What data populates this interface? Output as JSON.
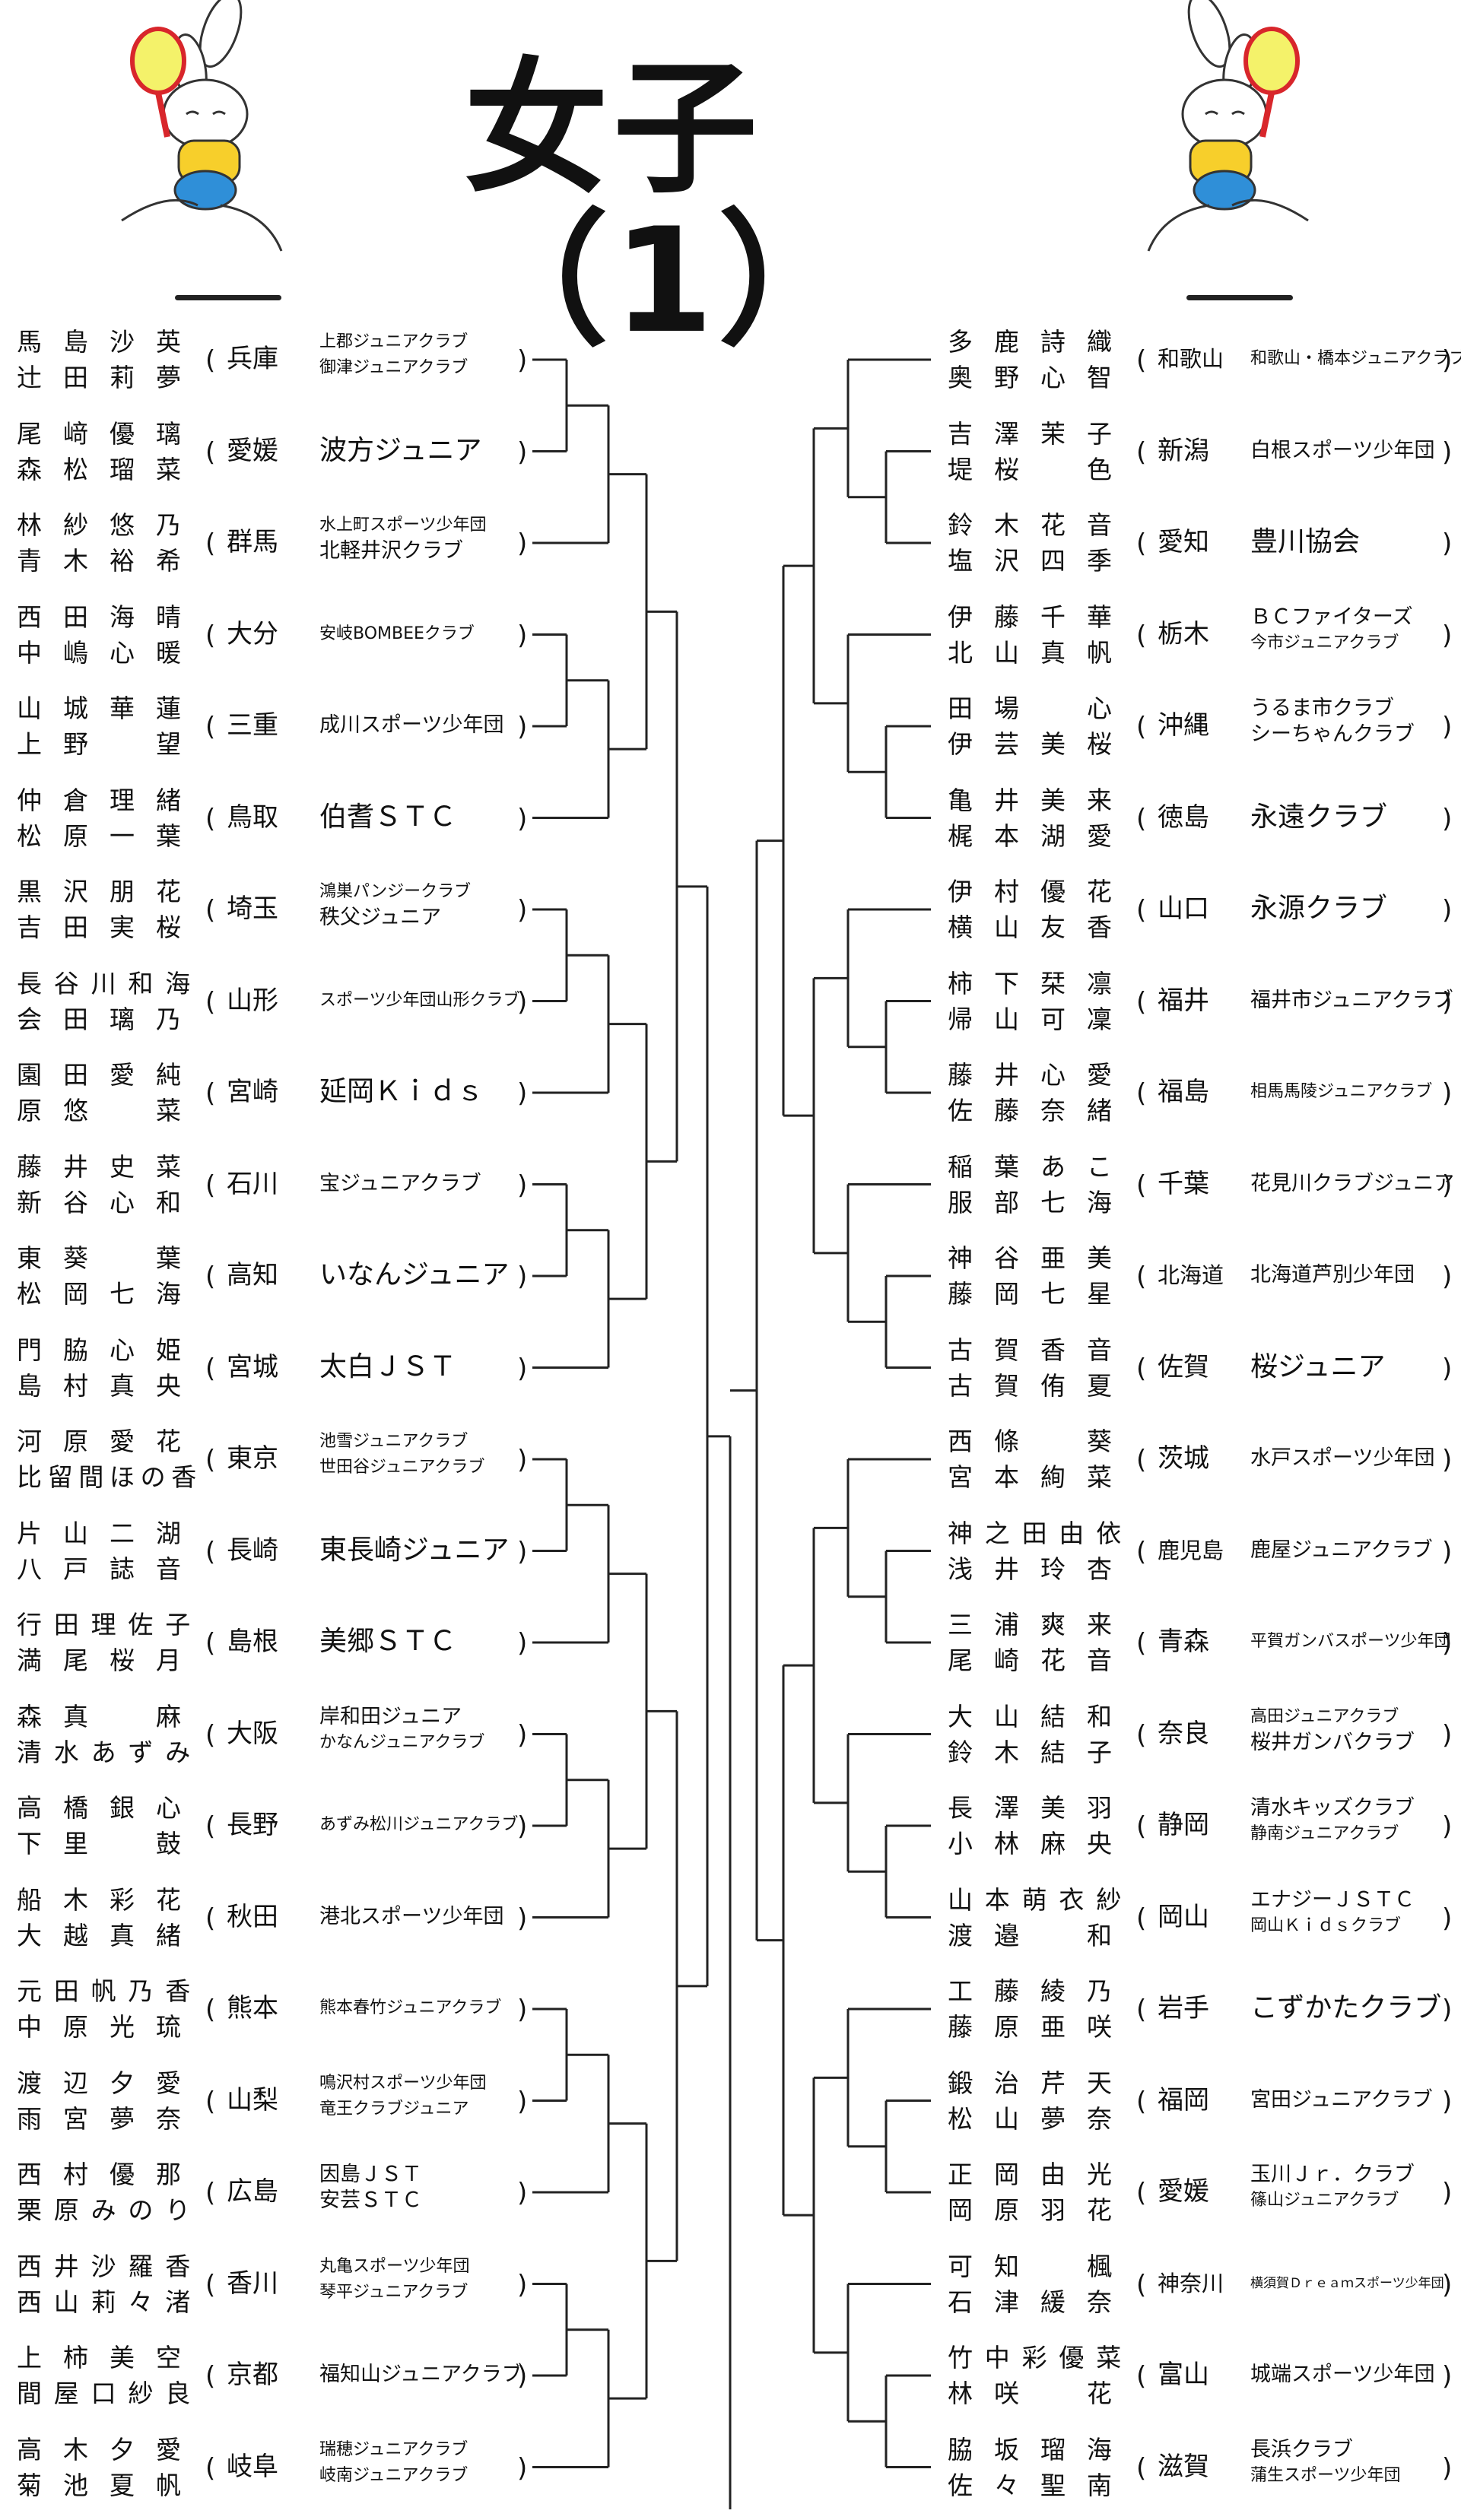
{
  "title": "女子（1）",
  "icons": {
    "mascot": "rabbit-tennis-icon"
  },
  "left": [
    {
      "players": [
        "馬島沙英",
        "辻田莉夢"
      ],
      "pref": "兵庫",
      "clubs": [
        "上郡ジュニアクラブ",
        "御津ジュニアクラブ"
      ]
    },
    {
      "players": [
        "尾﨑優璃",
        "森松瑠菜"
      ],
      "pref": "愛媛",
      "clubs": [
        "波方ジュニア"
      ]
    },
    {
      "players": [
        "林紗悠乃",
        "青木裕希"
      ],
      "pref": "群馬",
      "clubs": [
        "水上町スポーツ少年団",
        "北軽井沢クラブ"
      ]
    },
    {
      "players": [
        "西田海晴",
        "中嶋心暖"
      ],
      "pref": "大分",
      "clubs": [
        "安岐BOMBEEクラブ"
      ]
    },
    {
      "players": [
        "山城華蓮",
        "上野望"
      ],
      "pref": "三重",
      "clubs": [
        "成川スポーツ少年団"
      ]
    },
    {
      "players": [
        "仲倉理緒",
        "松原一葉"
      ],
      "pref": "鳥取",
      "clubs": [
        "伯耆ＳＴＣ"
      ]
    },
    {
      "players": [
        "黒沢朋花",
        "吉田実桜"
      ],
      "pref": "埼玉",
      "clubs": [
        "鴻巣パンジークラブ",
        "秩父ジュニア"
      ]
    },
    {
      "players": [
        "長谷川和海",
        "会田璃乃"
      ],
      "pref": "山形",
      "clubs": [
        "スポーツ少年団山形クラブ"
      ]
    },
    {
      "players": [
        "園田愛純",
        "原悠菜"
      ],
      "pref": "宮崎",
      "clubs": [
        "延岡Ｋｉｄｓ"
      ]
    },
    {
      "players": [
        "藤井史菜",
        "新谷心和"
      ],
      "pref": "石川",
      "clubs": [
        "宝ジュニアクラブ"
      ]
    },
    {
      "players": [
        "東葵葉",
        "松岡七海"
      ],
      "pref": "高知",
      "clubs": [
        "いなんジュニア"
      ]
    },
    {
      "players": [
        "門脇心姫",
        "島村真央"
      ],
      "pref": "宮城",
      "clubs": [
        "太白ＪＳＴ"
      ]
    },
    {
      "players": [
        "河原愛花",
        "比留間ほの香"
      ],
      "pref": "東京",
      "clubs": [
        "池雪ジュニアクラブ",
        "世田谷ジュニアクラブ"
      ]
    },
    {
      "players": [
        "片山二湖",
        "八戸誌音"
      ],
      "pref": "長崎",
      "clubs": [
        "東長崎ジュニア"
      ]
    },
    {
      "players": [
        "行田理佐子",
        "満尾桜月"
      ],
      "pref": "島根",
      "clubs": [
        "美郷ＳＴＣ"
      ]
    },
    {
      "players": [
        "森真麻",
        "清水あずみ"
      ],
      "pref": "大阪",
      "clubs": [
        "岸和田ジュニア",
        "かなんジュニアクラブ"
      ]
    },
    {
      "players": [
        "高橋銀心",
        "下里鼓"
      ],
      "pref": "長野",
      "clubs": [
        "あずみ松川ジュニアクラブ"
      ]
    },
    {
      "players": [
        "船木彩花",
        "大越真緒"
      ],
      "pref": "秋田",
      "clubs": [
        "港北スポーツ少年団"
      ]
    },
    {
      "players": [
        "元田帆乃香",
        "中原光琉"
      ],
      "pref": "熊本",
      "clubs": [
        "熊本春竹ジュニアクラブ"
      ]
    },
    {
      "players": [
        "渡辺夕愛",
        "雨宮夢奈"
      ],
      "pref": "山梨",
      "clubs": [
        "鳴沢村スポーツ少年団",
        "竜王クラブジュニア"
      ]
    },
    {
      "players": [
        "西村優那",
        "栗原みのり"
      ],
      "pref": "広島",
      "clubs": [
        "因島ＪＳＴ",
        "安芸ＳＴＣ"
      ]
    },
    {
      "players": [
        "西井沙羅香",
        "西山莉々渚"
      ],
      "pref": "香川",
      "clubs": [
        "丸亀スポーツ少年団",
        "琴平ジュニアクラブ"
      ]
    },
    {
      "players": [
        "上柿美空",
        "間屋口紗良"
      ],
      "pref": "京都",
      "clubs": [
        "福知山ジュニアクラブ"
      ]
    },
    {
      "players": [
        "高木夕愛",
        "菊池夏帆"
      ],
      "pref": "岐阜",
      "clubs": [
        "瑞穂ジュニアクラブ",
        "岐南ジュニアクラブ"
      ]
    }
  ],
  "right": [
    {
      "players": [
        "多鹿詩織",
        "奥野心智"
      ],
      "pref": "和歌山",
      "clubs": [
        "和歌山・橋本ジュニアクラブ"
      ]
    },
    {
      "players": [
        "吉澤茉子",
        "堤桜色"
      ],
      "pref": "新潟",
      "clubs": [
        "白根スポーツ少年団"
      ]
    },
    {
      "players": [
        "鈴木花音",
        "塩沢四季"
      ],
      "pref": "愛知",
      "clubs": [
        "豊川協会"
      ]
    },
    {
      "players": [
        "伊藤千華",
        "北山真帆"
      ],
      "pref": "栃木",
      "clubs": [
        "ＢＣファイターズ",
        "今市ジュニアクラブ"
      ]
    },
    {
      "players": [
        "田場心",
        "伊芸美桜"
      ],
      "pref": "沖縄",
      "clubs": [
        "うるま市クラブ",
        "シーちゃんクラブ"
      ]
    },
    {
      "players": [
        "亀井美来",
        "梶本湖愛"
      ],
      "pref": "徳島",
      "clubs": [
        "永遠クラブ"
      ]
    },
    {
      "players": [
        "伊村優花",
        "横山友香"
      ],
      "pref": "山口",
      "clubs": [
        "永源クラブ"
      ]
    },
    {
      "players": [
        "柿下栞凛",
        "帰山可凜"
      ],
      "pref": "福井",
      "clubs": [
        "福井市ジュニアクラブ"
      ]
    },
    {
      "players": [
        "藤井心愛",
        "佐藤奈緒"
      ],
      "pref": "福島",
      "clubs": [
        "相馬馬陵ジュニアクラブ"
      ]
    },
    {
      "players": [
        "稲葉あこ",
        "服部七海"
      ],
      "pref": "千葉",
      "clubs": [
        "花見川クラブジュニア"
      ]
    },
    {
      "players": [
        "神谷亜美",
        "藤岡七星"
      ],
      "pref": "北海道",
      "clubs": [
        "北海道芦別少年団"
      ]
    },
    {
      "players": [
        "古賀香音",
        "古賀侑夏"
      ],
      "pref": "佐賀",
      "clubs": [
        "桜ジュニア"
      ]
    },
    {
      "players": [
        "西條葵",
        "宮本絢菜"
      ],
      "pref": "茨城",
      "clubs": [
        "水戸スポーツ少年団"
      ]
    },
    {
      "players": [
        "神之田由依",
        "浅井玲杏"
      ],
      "pref": "鹿児島",
      "clubs": [
        "鹿屋ジュニアクラブ"
      ]
    },
    {
      "players": [
        "三浦爽来",
        "尾崎花音"
      ],
      "pref": "青森",
      "clubs": [
        "平賀ガンバスポーツ少年団"
      ]
    },
    {
      "players": [
        "大山結和",
        "鈴木結子"
      ],
      "pref": "奈良",
      "clubs": [
        "高田ジュニアクラブ",
        "桜井ガンバクラブ"
      ]
    },
    {
      "players": [
        "長澤美羽",
        "小林麻央"
      ],
      "pref": "静岡",
      "clubs": [
        "清水キッズクラブ",
        "静南ジュニアクラブ"
      ]
    },
    {
      "players": [
        "山本萌衣紗",
        "渡邉和"
      ],
      "pref": "岡山",
      "clubs": [
        "エナジーＪＳＴＣ",
        "岡山Ｋｉｄｓクラブ"
      ]
    },
    {
      "players": [
        "工藤綾乃",
        "藤原亜咲"
      ],
      "pref": "岩手",
      "clubs": [
        "こずかたクラブ"
      ]
    },
    {
      "players": [
        "鍛治芹天",
        "松山夢奈"
      ],
      "pref": "福岡",
      "clubs": [
        "宮田ジュニアクラブ"
      ]
    },
    {
      "players": [
        "正岡由光",
        "岡原羽花"
      ],
      "pref": "愛媛",
      "clubs": [
        "玉川Ｊｒ．クラブ",
        "篠山ジュニアクラブ"
      ]
    },
    {
      "players": [
        "可知楓",
        "石津緩奈"
      ],
      "pref": "神奈川",
      "clubs": [
        "横須賀Ｄｒｅａｍスポーツ少年団"
      ]
    },
    {
      "players": [
        "竹中彩優菜",
        "林咲花"
      ],
      "pref": "富山",
      "clubs": [
        "城端スポーツ少年団"
      ]
    },
    {
      "players": [
        "脇坂瑠海",
        "佐々聖南"
      ],
      "pref": "滋賀",
      "clubs": [
        "長浜クラブ",
        "蒲生スポーツ少年団"
      ]
    }
  ]
}
